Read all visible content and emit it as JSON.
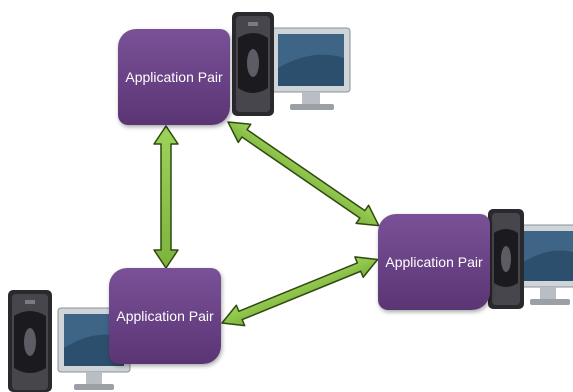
{
  "nodes": [
    {
      "id": "top",
      "label": "Application Pair"
    },
    {
      "id": "right",
      "label": "Application Pair"
    },
    {
      "id": "bottom-left",
      "label": "Application Pair"
    }
  ],
  "connections": [
    {
      "from": "top",
      "to": "bottom-left",
      "type": "bidirectional"
    },
    {
      "from": "top",
      "to": "right",
      "type": "bidirectional"
    },
    {
      "from": "bottom-left",
      "to": "right",
      "type": "bidirectional"
    }
  ],
  "colors": {
    "node_fill": "#674083",
    "arrow_fill": "#8bc34a",
    "arrow_stroke": "#2f4a10"
  },
  "icons": [
    "server-tower-icon",
    "monitor-icon"
  ]
}
